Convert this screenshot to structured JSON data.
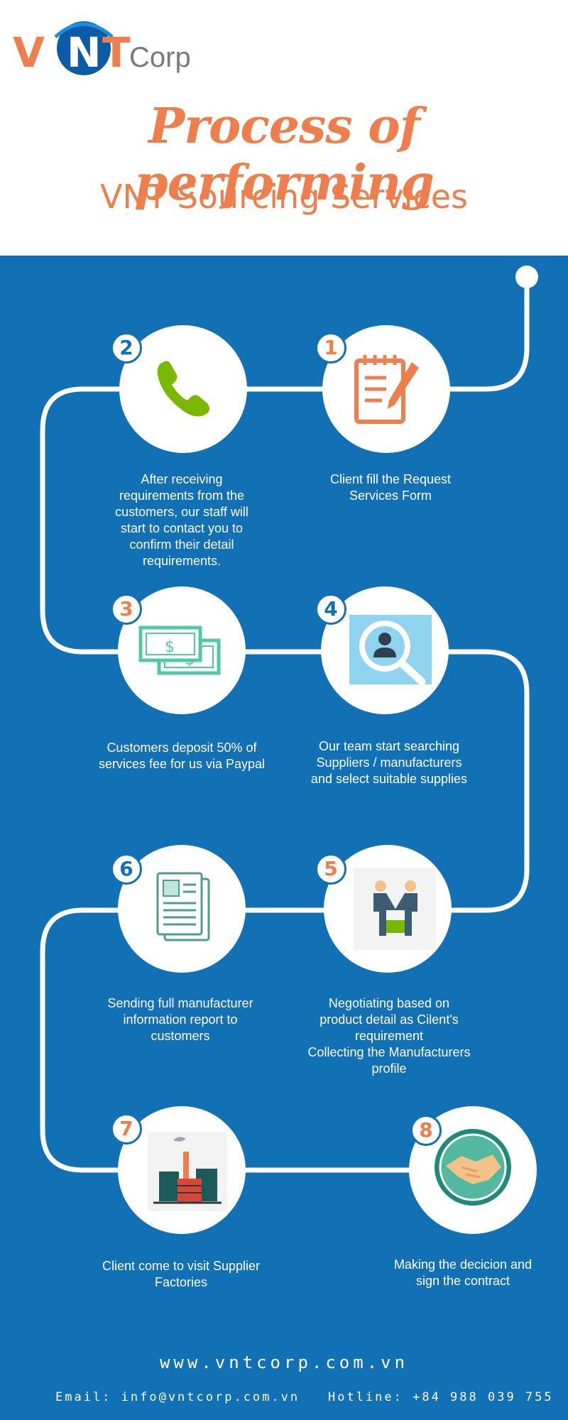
{
  "header": {
    "logo_text": {
      "v": "V",
      "n": "N",
      "t": "T",
      "corp": "Corp"
    },
    "title": "Process of performing",
    "subtitle": "VNT Sourcing Services"
  },
  "colors": {
    "brand_orange": "#ee7f4d",
    "brand_blue": "#1270b5",
    "logo_navy": "#0d5aa7",
    "logo_gray": "#7a7a7a",
    "green": "#7ab800",
    "mint": "#52c9a4",
    "white": "#ffffff"
  },
  "steps": [
    {
      "number": "1",
      "icon": "request-form-icon",
      "description": "Client fill the Request\nServices Form"
    },
    {
      "number": "2",
      "icon": "phone-icon",
      "description": "After receiving\nrequirements from the\ncustomers, our staff will\nstart to contact you to\nconfirm their detail\nrequirements."
    },
    {
      "number": "3",
      "icon": "money-icon",
      "description": "Customers deposit 50% of\nservices fee for us via Paypal"
    },
    {
      "number": "4",
      "icon": "search-supplier-icon",
      "description": "Our team start searching\nSuppliers / manufacturers\nand select suitable supplies"
    },
    {
      "number": "5",
      "icon": "negotiation-icon",
      "description": "Negotiating based on\nproduct detail as Cilent's\nrequirement\nCollecting the Manufacturers\nprofile"
    },
    {
      "number": "6",
      "icon": "report-document-icon",
      "description": "Sending full manufacturer\ninformation report to\ncustomers"
    },
    {
      "number": "7",
      "icon": "factory-icon",
      "description": "Client come to visit Supplier\nFactories"
    },
    {
      "number": "8",
      "icon": "handshake-icon",
      "description": "Making the decicion and\nsign the contract"
    }
  ],
  "footer": {
    "website": "www.vntcorp.com.vn",
    "email": "Email: info@vntcorp.com.vn",
    "hotline": "Hotline: +84 988 039 755"
  }
}
